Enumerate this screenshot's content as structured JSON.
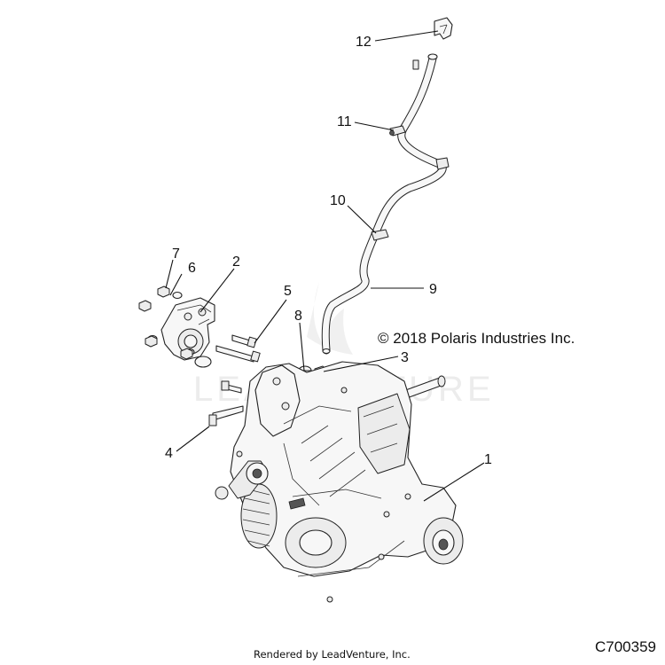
{
  "diagram": {
    "copyright": "© 2018 Polaris Industries Inc.",
    "watermark": "LEADVENTURE",
    "rendered_by": "Rendered by LeadVenture, Inc.",
    "drawing_code": "C700359",
    "callouts": [
      "1",
      "2",
      "3",
      "4",
      "5",
      "6",
      "7",
      "8",
      "9",
      "10",
      "11",
      "12"
    ]
  }
}
